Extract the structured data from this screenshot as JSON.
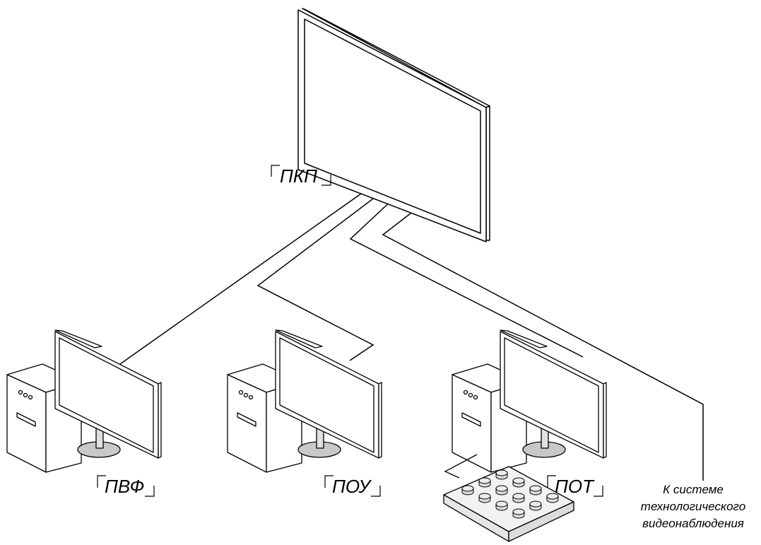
{
  "labels": {
    "pkp": "ПКП",
    "pvf": "ПВФ",
    "pou": "ПОУ",
    "pot": "ПОТ",
    "note_line1": "К системе",
    "note_line2": "технологического",
    "note_line3": "видеонаблюдения"
  },
  "colors": {
    "stroke": "#000000",
    "case_face": "#ffffff",
    "screen_frame": "#ffffff",
    "stand": "#c8c8c8",
    "keypad": "#f2f2f2",
    "key": "#d9d9d9"
  }
}
